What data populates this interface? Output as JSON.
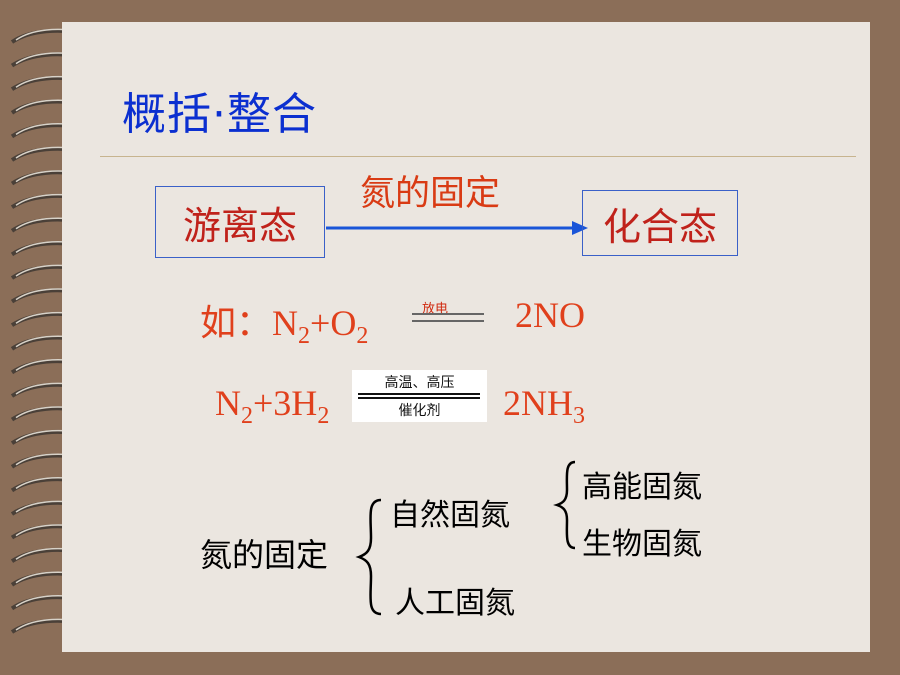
{
  "title": "概括·整合",
  "flow": {
    "left_box": "游离态",
    "arrow_label": "氮的固定",
    "right_box": "化合态"
  },
  "equation1": {
    "prefix": "如：",
    "lhs_n": "N",
    "lhs_n_sub": "2",
    "lhs_plus_o": "+O",
    "lhs_o_sub": "2",
    "condition": "放电",
    "rhs": "2NO"
  },
  "equation2": {
    "lhs_n": "N",
    "lhs_n_sub": "2",
    "lhs_plus_h": "+3H",
    "lhs_h_sub": "2",
    "condition_top": "高温、高压",
    "condition_bottom": "催化剂",
    "rhs": "2NH",
    "rhs_sub": "3"
  },
  "classification": {
    "root": "氮的固定",
    "natural": "自然固氮",
    "natural_children": [
      "高能固氮",
      "生物固氮"
    ],
    "artificial": "人工固氮"
  }
}
